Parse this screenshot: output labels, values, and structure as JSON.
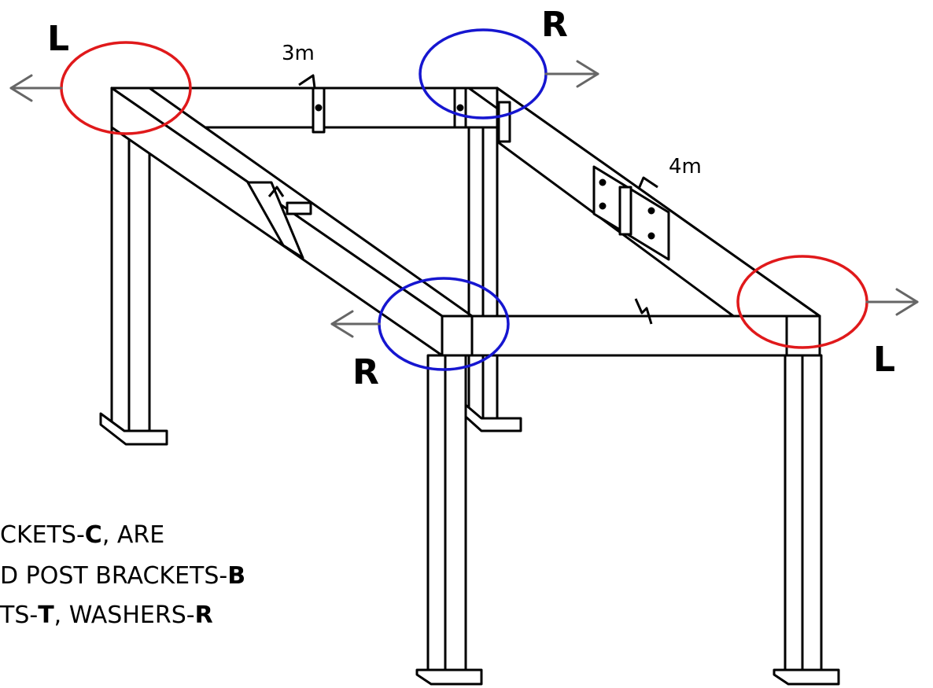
{
  "colors": {
    "left_marker": "#e0191b",
    "right_marker": "#1616d0",
    "arrow": "#666666",
    "line": "#000000"
  },
  "dimensions": {
    "short_side": "3m",
    "long_side": "4m"
  },
  "corner_labels": {
    "back_left": "L",
    "back_right": "R",
    "front_left": "R",
    "front_right": "L"
  },
  "notes": {
    "line1": {
      "text": "CKETS-",
      "bold": "C",
      "tail": ", ARE"
    },
    "line2": {
      "text": "D POST BRACKETS-",
      "bold": "B",
      "tail": ""
    },
    "line3": {
      "text": "TS-",
      "bold": "T",
      "mid": ", WASHERS-",
      "bold2": "R"
    }
  }
}
